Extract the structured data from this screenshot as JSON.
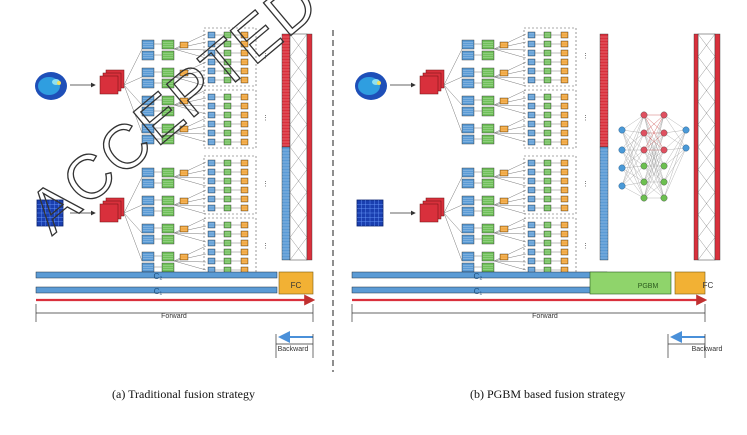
{
  "figure": {
    "panel_a": {
      "caption": "(a)  Traditional fusion strategy",
      "bar_top_label": "C₂",
      "bar_bottom_label": "C₁",
      "fc_label": "FC",
      "forward_label": "Forward",
      "backward_label": "Backward"
    },
    "panel_b": {
      "caption": "(b)    PGBM based fusion strategy",
      "bar_top_label": "C₂",
      "bar_bottom_label": "C₁",
      "pgbm_label": "PGBM",
      "fc_label": "FC",
      "forward_label": "Forward",
      "backward_label": "Backward"
    },
    "watermark": "ACCEPTED",
    "colors": {
      "blue_block": "#5b9bd5",
      "green_block": "#70c05a",
      "orange_block": "#f0a030",
      "red_block": "#d9303c",
      "bar_fill": "#5b9bd5",
      "fc_fill": "#f2b134",
      "pgbm_fill": "#8fd46b",
      "forward_line": "#d9303c",
      "backward_line": "#4a90d9"
    }
  }
}
